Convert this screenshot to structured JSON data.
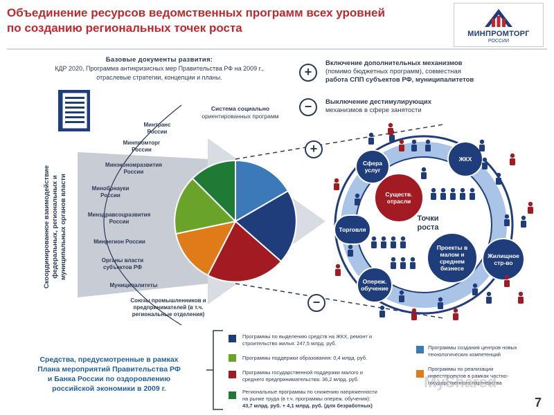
{
  "title": {
    "line1": "Объединение ресурсов ведомственных программ всех уровней",
    "line2": "по созданию региональных точек роста"
  },
  "logo": {
    "name": "МИНПРОМТОРГ",
    "sub": "РОССИИ"
  },
  "docs": {
    "heading": "Базовые документы развития:",
    "line2": "КДР 2020, Программа антикризисных мер Правительства РФ на 2009 г.,",
    "line3": "отраслевые стратегии, концепции и планы."
  },
  "vertical_label": {
    "line1": "Скоординированное взаимодействие",
    "line2": "федеральных, региональных и",
    "line3": "муниципальных органов власти"
  },
  "system_label": {
    "line1": "Система социально",
    "line2": "ориентированных программ"
  },
  "organizations": [
    {
      "l1": "Минтранс",
      "l2": "России"
    },
    {
      "l1": "Минпромторг",
      "l2": "России"
    },
    {
      "l1": "Минэкономразвития",
      "l2": "России"
    },
    {
      "l1": "Минобрнауки",
      "l2": "России"
    },
    {
      "l1": "Минздравсоцразвития",
      "l2": "России"
    },
    {
      "l1": "Минрегион России",
      "l2": ""
    },
    {
      "l1": "Органы власти",
      "l2": "субъектов РФ"
    },
    {
      "l1": "Муниципалитеты",
      "l2": ""
    },
    {
      "l1": "Союзы промышленников и",
      "l2": "предпринимателей (в т.ч.",
      "l3": "региональные отделения)"
    }
  ],
  "mechanisms": {
    "plus_sign": "+",
    "minus_sign": "−",
    "plus_l1": "Включение дополнительных механизмов",
    "plus_l2": "(помимо бюджетных программ), совместная",
    "plus_l3": "работа СПП субъектов РФ, муниципалитетов",
    "minus_l1": "Выключение дестимулирующих",
    "minus_l2": "механизмов в сфере занятости"
  },
  "growth": {
    "center_l1": "Точки",
    "center_l2": "роста",
    "nodes": {
      "services": "Сфера услуг",
      "housing": "ЖКХ",
      "existing": "Существ. отрасли",
      "trade": "Торговля",
      "sme": "Проекты в малом и среднем бизнесе",
      "housing_build": "Жилищное стр-во",
      "training": "Опереж. обучение"
    }
  },
  "funds": {
    "l1": "Средства, предусмотренные в рамках",
    "l2": "Плана мероприятий Правительства РФ",
    "l3": "и Банка России по оздоровлению",
    "l4": "российской экономики в 2009 г."
  },
  "legend": [
    {
      "color": "#1f3d7a",
      "l1": "Программы по выделению средств на ЖКХ, ремонт и",
      "l2": "строительство жилья: 247,5 млрд. руб."
    },
    {
      "color": "#6aa32a",
      "l1": "Программы поддержки образования: 0,4 млрд. руб.",
      "l2": ""
    },
    {
      "color": "#a31b22",
      "l1": "Программы государственной поддержки малого и",
      "l2": "среднего предпринимательства: 36,2 млрд. руб."
    },
    {
      "color": "#1e7a34",
      "l1": "Региональные программы по снижению напряженности",
      "l2": "на рынке труда (в т.ч. программы опереж. обучения):",
      "l3": "43,7 млрд. руб. + 4,1 млрд. руб. (для безработных)"
    },
    {
      "color": "#3b79b8",
      "l1": "Программы создания центров новых",
      "l2": "технологических компетенций"
    },
    {
      "color": "#e07b1a",
      "l1": "Программы по реализации",
      "l2": "инвестпроектов в рамках частно-",
      "l3": "государственного партнерства"
    }
  ],
  "page_number": "7",
  "watermark": "MyShared",
  "colors": {
    "title": "#c0282d",
    "navy": "#1f3d7a",
    "ring": "#8fb3dd",
    "red": "#a31b22"
  }
}
